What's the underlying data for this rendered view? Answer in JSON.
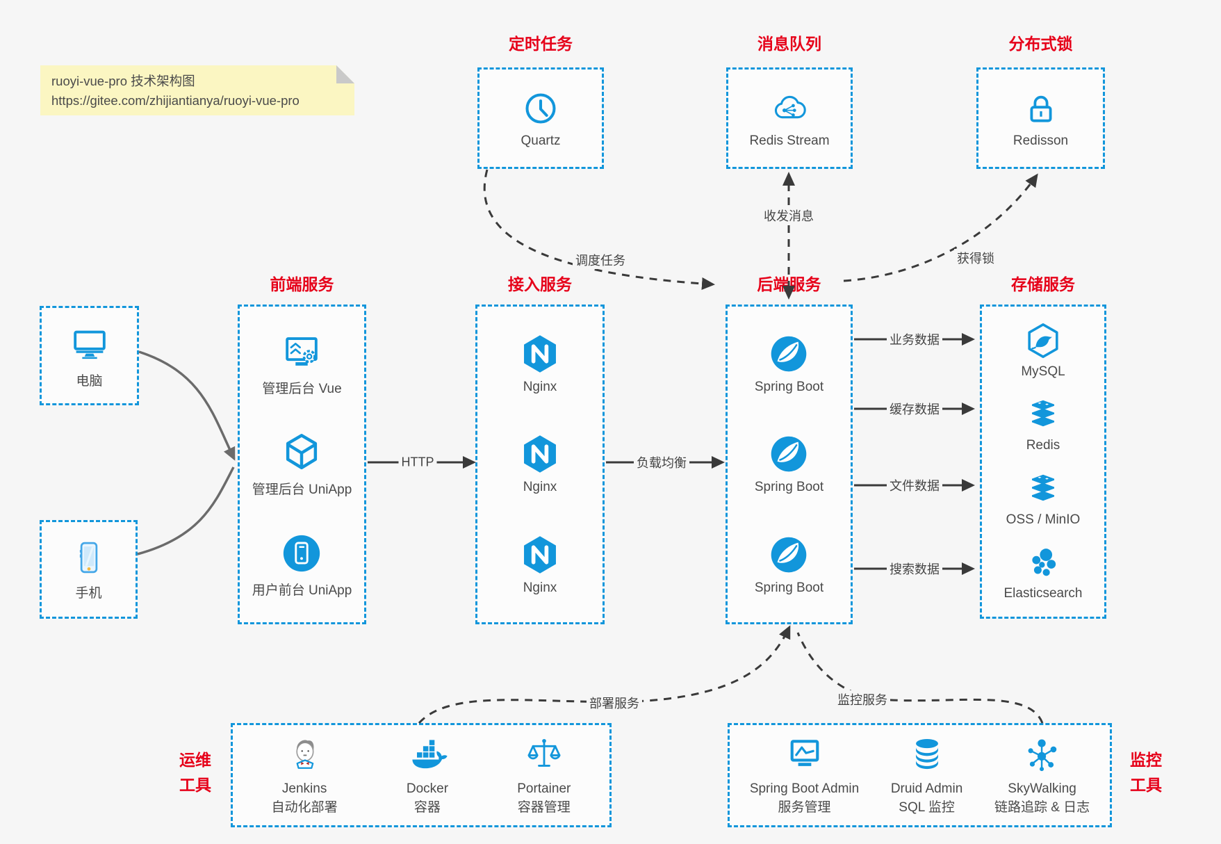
{
  "note": {
    "title": "ruoyi-vue-pro 技术架构图",
    "url": "https://gitee.com/zhijiantianya/ruoyi-vue-pro"
  },
  "colors": {
    "accent_blue": "#1296db",
    "title_red": "#e60019",
    "wire_dark": "#3a3a3a",
    "wire_gray": "#6b6b6b",
    "canvas_bg": "#f6f6f6",
    "note_bg": "#fbf6c2"
  },
  "groups": {
    "scheduler": {
      "title": "定时任务",
      "items": [
        {
          "label": "Quartz",
          "icon": "clock-icon"
        }
      ]
    },
    "mq": {
      "title": "消息队列",
      "items": [
        {
          "label": "Redis Stream",
          "icon": "cloud-share-icon"
        }
      ]
    },
    "lock": {
      "title": "分布式锁",
      "items": [
        {
          "label": "Redisson",
          "icon": "lock-icon"
        }
      ]
    },
    "clients": {
      "items": [
        {
          "label": "电脑",
          "icon": "desktop-icon"
        },
        {
          "label": "手机",
          "icon": "phone-icon"
        }
      ]
    },
    "frontend": {
      "title": "前端服务",
      "items": [
        {
          "label": "管理后台 Vue",
          "icon": "admin-vue-icon"
        },
        {
          "label": "管理后台 UniApp",
          "icon": "uniapp-cube-icon"
        },
        {
          "label": "用户前台 UniApp",
          "icon": "mobile-app-icon"
        }
      ]
    },
    "gateway": {
      "title": "接入服务",
      "items": [
        {
          "label": "Nginx",
          "icon": "nginx-icon"
        },
        {
          "label": "Nginx",
          "icon": "nginx-icon"
        },
        {
          "label": "Nginx",
          "icon": "nginx-icon"
        }
      ]
    },
    "backend": {
      "title": "后端服务",
      "items": [
        {
          "label": "Spring Boot",
          "icon": "spring-icon"
        },
        {
          "label": "Spring Boot",
          "icon": "spring-icon"
        },
        {
          "label": "Spring Boot",
          "icon": "spring-icon"
        }
      ]
    },
    "storage": {
      "title": "存储服务",
      "items": [
        {
          "label": "MySQL",
          "icon": "mysql-icon"
        },
        {
          "label": "Redis",
          "icon": "redis-icon"
        },
        {
          "label": "OSS / MinIO",
          "icon": "oss-icon"
        },
        {
          "label": "Elasticsearch",
          "icon": "elasticsearch-icon"
        }
      ]
    },
    "devops": {
      "title_line1": "运维",
      "title_line2": "工具",
      "items": [
        {
          "name": "Jenkins",
          "desc": "自动化部署",
          "icon": "jenkins-icon"
        },
        {
          "name": "Docker",
          "desc": "容器",
          "icon": "docker-icon"
        },
        {
          "name": "Portainer",
          "desc": "容器管理",
          "icon": "portainer-icon"
        }
      ]
    },
    "monitoring": {
      "title_line1": "监控",
      "title_line2": "工具",
      "items": [
        {
          "name": "Spring Boot Admin",
          "desc": "服务管理",
          "icon": "spring-boot-admin-icon"
        },
        {
          "name": "Druid Admin",
          "desc": "SQL 监控",
          "icon": "druid-icon"
        },
        {
          "name": "SkyWalking",
          "desc": "链路追踪 & 日志",
          "icon": "skywalking-icon"
        }
      ]
    }
  },
  "edges": {
    "http": "HTTP",
    "load_balance": "负载均衡",
    "schedule": "调度任务",
    "messages": "收发消息",
    "acquire_lock": "获得锁",
    "business_data": "业务数据",
    "cache_data": "缓存数据",
    "file_data": "文件数据",
    "search_data": "搜索数据",
    "deploy": "部署服务",
    "monitor": "监控服务"
  }
}
